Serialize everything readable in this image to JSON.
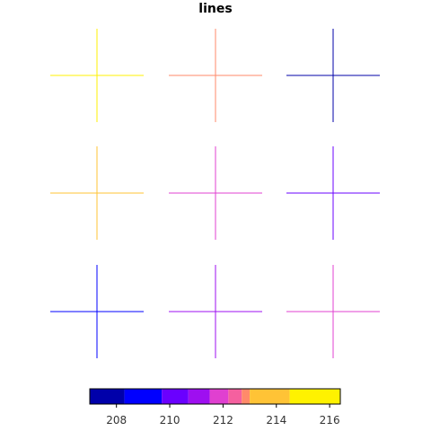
{
  "chart_data": {
    "type": "glyph-grid",
    "title": "lines",
    "glyph": "cross",
    "rows": 3,
    "cols": 3,
    "cells": [
      {
        "row": 1,
        "col": 1,
        "value": 216.3
      },
      {
        "row": 1,
        "col": 2,
        "value": 213.0
      },
      {
        "row": 1,
        "col": 3,
        "value": 207.5
      },
      {
        "row": 2,
        "col": 1,
        "value": 214.4
      },
      {
        "row": 2,
        "col": 2,
        "value": 212.1
      },
      {
        "row": 2,
        "col": 3,
        "value": 210.2
      },
      {
        "row": 3,
        "col": 1,
        "value": 208.9
      },
      {
        "row": 3,
        "col": 2,
        "value": 211.0
      },
      {
        "row": 3,
        "col": 3,
        "value": 211.7
      }
    ],
    "colorbar": {
      "range": [
        207.0,
        216.4
      ],
      "ticks": [
        208,
        210,
        212,
        214,
        216
      ],
      "segments": [
        {
          "from": 207.0,
          "to": 208.3,
          "color": "#0000AA"
        },
        {
          "from": 208.3,
          "to": 209.7,
          "color": "#0000FF"
        },
        {
          "from": 209.7,
          "to": 210.7,
          "color": "#6A00FF"
        },
        {
          "from": 210.7,
          "to": 211.5,
          "color": "#9E0FF0"
        },
        {
          "from": 211.5,
          "to": 212.2,
          "color": "#E040D0"
        },
        {
          "from": 212.2,
          "to": 212.7,
          "color": "#F5609F"
        },
        {
          "from": 212.7,
          "to": 213.0,
          "color": "#FF8A6A"
        },
        {
          "from": 213.0,
          "to": 214.5,
          "color": "#FFC336"
        },
        {
          "from": 214.5,
          "to": 216.4,
          "color": "#FFF200"
        }
      ]
    }
  }
}
